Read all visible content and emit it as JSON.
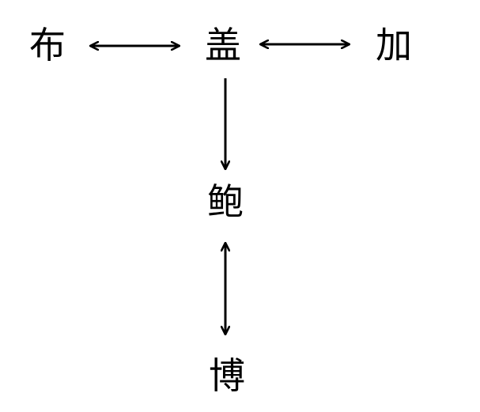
{
  "nodes": {
    "bu": "布",
    "gai": "盖",
    "jia": "加",
    "bao": "鲍",
    "bo": "博"
  },
  "edges": [
    {
      "from": "bu",
      "to": "gai",
      "direction": "both"
    },
    {
      "from": "gai",
      "to": "jia",
      "direction": "both"
    },
    {
      "from": "gai",
      "to": "bao",
      "direction": "forward"
    },
    {
      "from": "bao",
      "to": "bo",
      "direction": "both"
    }
  ],
  "colors": {
    "ink": "#000000",
    "background": "#ffffff"
  }
}
